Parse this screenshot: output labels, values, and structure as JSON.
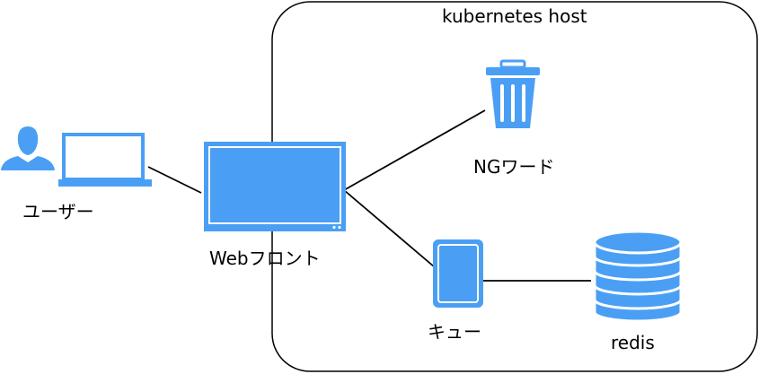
{
  "host_label": "kubernetes host",
  "nodes": {
    "user": {
      "label": "ユーザー",
      "icon": "user-laptop-icon"
    },
    "web": {
      "label": "Webフロント",
      "icon": "monitor-icon"
    },
    "ng": {
      "label": "NGワード",
      "icon": "trash-icon"
    },
    "queue": {
      "label": "キュー",
      "icon": "tablet-icon"
    },
    "redis": {
      "label": "redis",
      "icon": "database-icon"
    }
  },
  "colors": {
    "icon": "#4a9ff5",
    "line": "#000000",
    "border": "#000000"
  }
}
